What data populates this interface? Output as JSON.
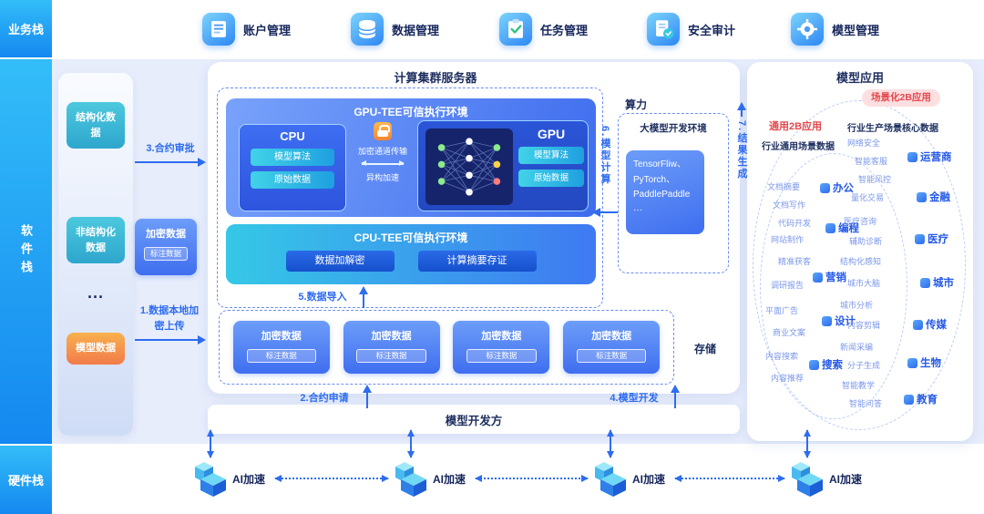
{
  "stacks": {
    "business": "业务栈",
    "software": "软件栈",
    "hardware": "硬件栈"
  },
  "top_nav": {
    "items": [
      {
        "label": "账户管理"
      },
      {
        "label": "数据管理"
      },
      {
        "label": "任务管理"
      },
      {
        "label": "安全审计"
      },
      {
        "label": "模型管理"
      }
    ]
  },
  "data_panel": {
    "structured": "结构化数据",
    "unstructured": "非结构化数据",
    "dots": "···",
    "model_data": "模型数据"
  },
  "side_encrypted": {
    "title": "加密数据",
    "sub": "标注数据"
  },
  "flows": {
    "step1": "1.数据本地加密上传",
    "step2": "2.合约申请",
    "step3": "3.合约审批",
    "step4": "4.模型开发",
    "step5": "5.数据导入",
    "step6": "6.模型计算",
    "step7": "7.结果生成"
  },
  "cluster": {
    "title": "计算集群服务器",
    "gpu_tee": {
      "title": "GPU-TEE可信执行环境",
      "cpu_label": "CPU",
      "gpu_label": "GPU",
      "pills": [
        "模型算法",
        "原始数据"
      ],
      "channel": "加密通道传输",
      "accel": "异构加速"
    },
    "cpu_tee": {
      "title": "CPU-TEE可信执行环境",
      "buttons": [
        "数据加解密",
        "计算摘要存证"
      ]
    },
    "encrypted_boxes": [
      {
        "title": "加密数据",
        "sub": "标注数据"
      },
      {
        "title": "加密数据",
        "sub": "标注数据"
      },
      {
        "title": "加密数据",
        "sub": "标注数据"
      },
      {
        "title": "加密数据",
        "sub": "标注数据"
      }
    ],
    "compute": {
      "title": "算力",
      "env": "大模型开发环境",
      "frameworks": "TensorFliw、PyTorch、PaddlePaddle ···"
    },
    "storage": "存储"
  },
  "model_dev": {
    "title": "模型开发方"
  },
  "model_app": {
    "title": "模型应用",
    "badge": "场景化2B应用",
    "general_tag": "通用2B应用",
    "general_data": "行业通用场景数据",
    "core_data": "行业生产场景核心数据",
    "left_categories": [
      "办公",
      "编程",
      "营销",
      "设计",
      "搜索"
    ],
    "left_features": [
      "文档摘要",
      "文档写作",
      "代码开发",
      "网站制作",
      "精准获客",
      "调研报告",
      "平面广告",
      "商业文案",
      "内容搜索",
      "内容推荐"
    ],
    "right_categories": [
      "运营商",
      "金融",
      "医疗",
      "城市",
      "传媒",
      "生物",
      "教育"
    ],
    "right_features": [
      "网络安全",
      "智能客服",
      "智能风控",
      "量化交易",
      "医疗咨询",
      "辅助诊断",
      "结构化感知",
      "城市大脑",
      "城市分析",
      "内容剪辑",
      "新闻采编",
      "分子生成",
      "智能教学",
      "智能问答"
    ]
  },
  "hardware": {
    "chips": [
      "AI加速",
      "AI加速",
      "AI加速",
      "AI加速"
    ]
  }
}
